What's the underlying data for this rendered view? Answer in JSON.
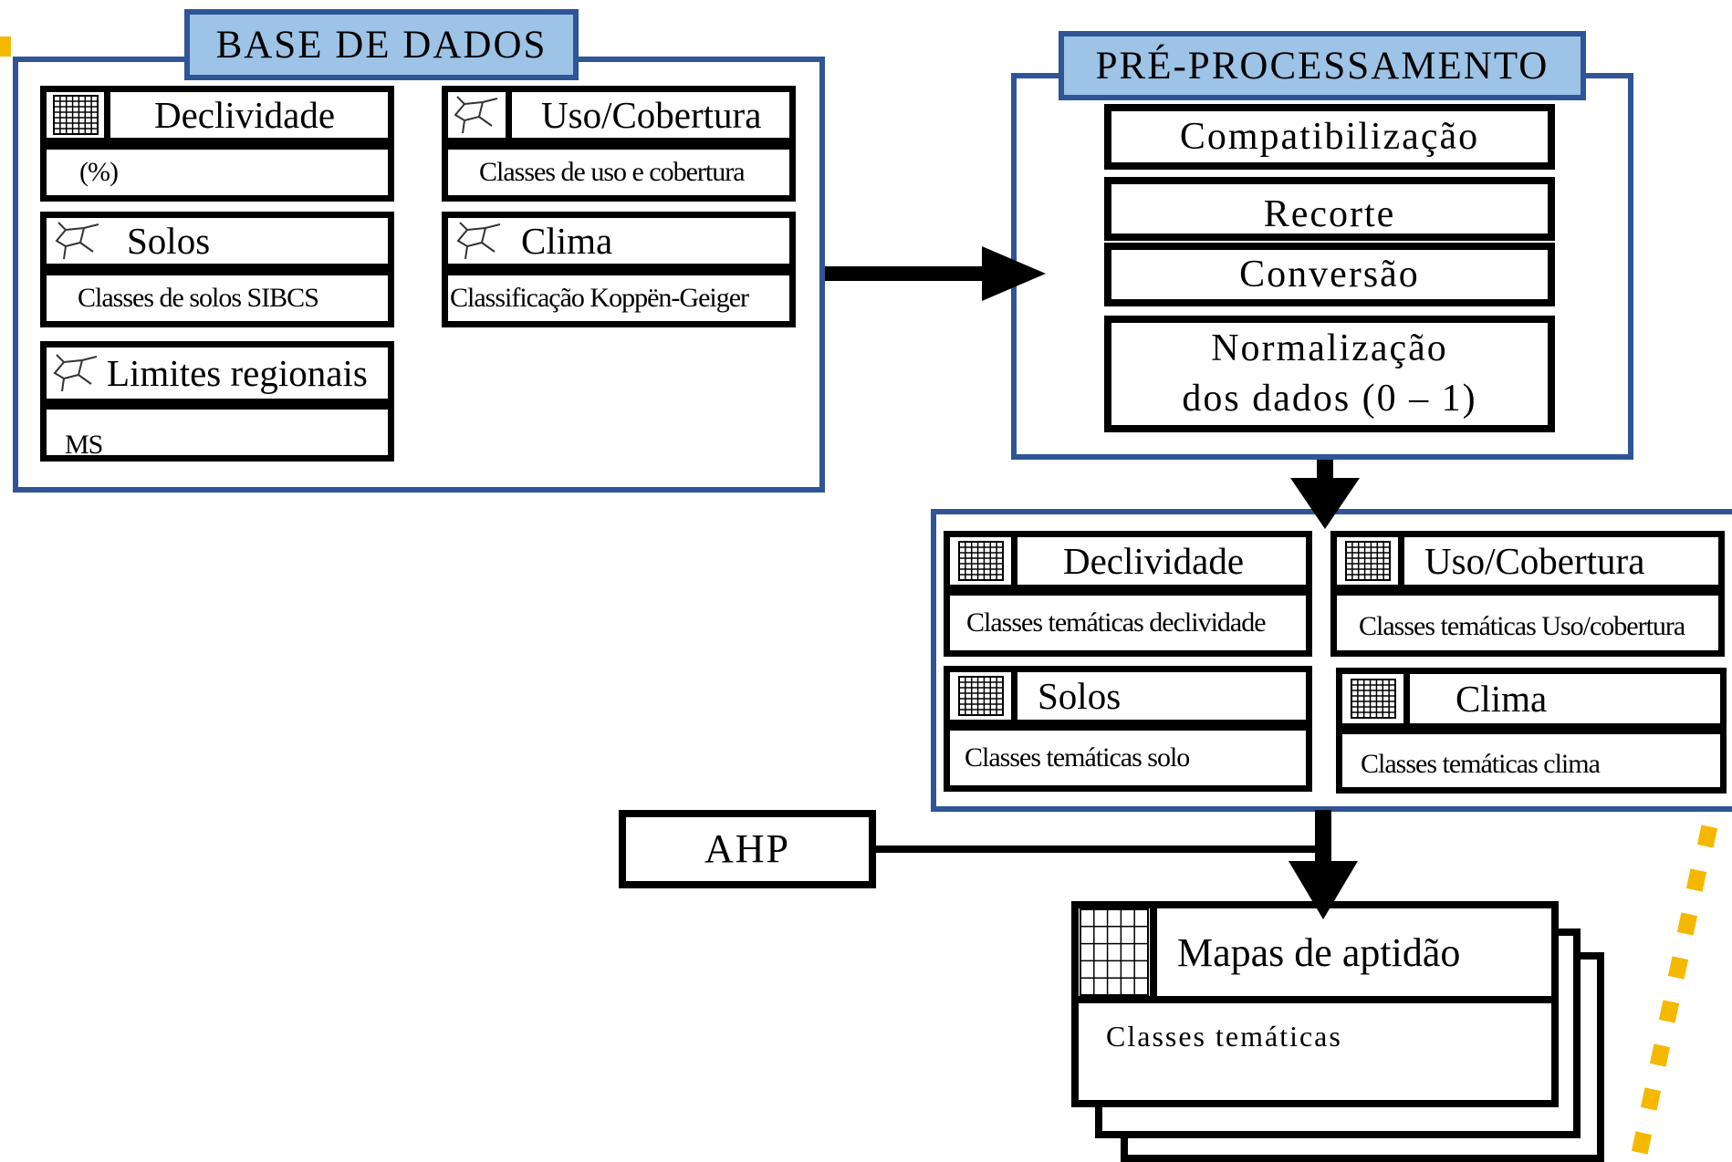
{
  "base": {
    "title": "BASE DE DADOS",
    "layers": [
      {
        "name": "Declividade",
        "desc": "(%)",
        "icon": "grid-icon"
      },
      {
        "name": "Uso/Cobertura",
        "desc": "Classes de uso e cobertura",
        "icon": "vector-icon"
      },
      {
        "name": "Solos",
        "desc": "Classes de solos SIBCS",
        "icon": "vector-icon"
      },
      {
        "name": "Clima",
        "desc": "Classificação Koppën-Geiger",
        "icon": "vector-icon"
      },
      {
        "name": "Limites regionais",
        "desc": "MS",
        "icon": "vector-icon"
      }
    ]
  },
  "pre": {
    "title": "PRÉ-PROCESSAMENTO",
    "steps": [
      "Compatibilização",
      "Recorte",
      "Conversão",
      "Normalização",
      "dos dados (0 – 1)"
    ]
  },
  "thematic": {
    "layers": [
      {
        "name": "Declividade",
        "desc": "Classes temáticas declividade",
        "icon": "grid-icon"
      },
      {
        "name": "Uso/Cobertura",
        "desc": "Classes temáticas Uso/cobertura",
        "icon": "grid-icon"
      },
      {
        "name": "Solos",
        "desc": "Classes temáticas solo",
        "icon": "grid-icon"
      },
      {
        "name": "Clima",
        "desc": "Classes temáticas clima",
        "icon": "grid-icon"
      }
    ]
  },
  "ahp": {
    "label": "AHP"
  },
  "output": {
    "title": "Mapas de aptidão",
    "desc": "Classes temáticas"
  },
  "colors": {
    "group_border": "#2f5597",
    "title_fill": "#9dc3e6",
    "accent_dash": "#f5b800"
  }
}
